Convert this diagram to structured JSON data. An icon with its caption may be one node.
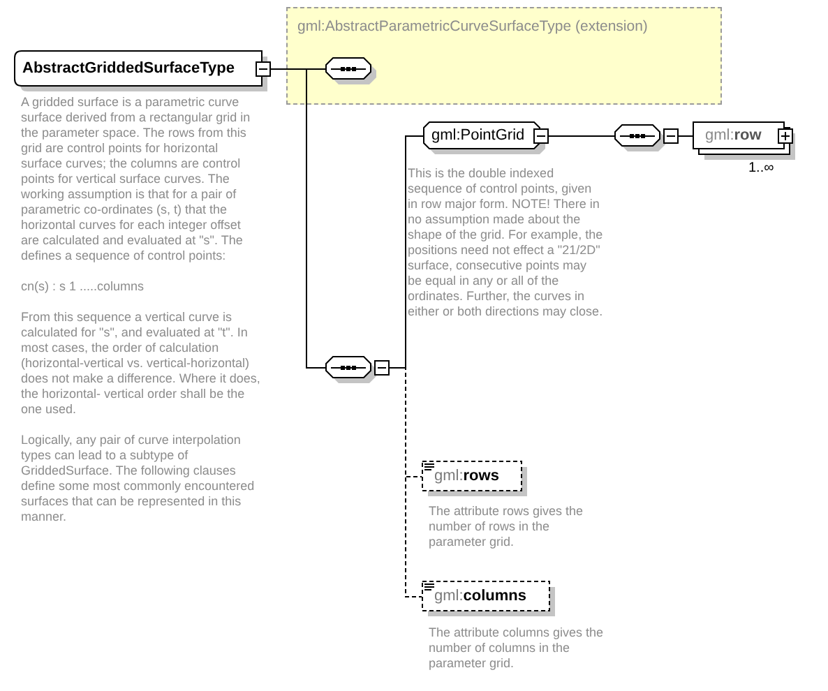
{
  "diagram": {
    "nodes": [
      {
        "text": [
          "AbstractGriddedSurfaceType"
        ],
        "beside": [
          "A gridded surface is a parametric curve surface derived from a rectangular grid in the parameter space. The rows from this grid are control points for horizontal surface curves; the columns are control points for vertical surface curves. The working assumption is that for a pair of parametric co-ordinates (s, t) that the horizontal curves for each integer offset are calculated and evaluated at \"s\". The defines a sequence of control points:",
          "cn(s) : s 1 .....columns",
          "From this sequence a vertical curve is calculated for \"s\", and evaluated at \"t\". In most cases, the order of calculation (horizontal-vertical vs. vertical-horizontal) does not make a difference. Where it does, the horizontal- vertical order shall be the one used.",
          "Logically, any pair of curve interpolation types can lead to a subtype of GriddedSurface. The following clauses define some most commonly encountered surfaces that can be represented in this manner."
        ]
      },
      {
        "text": [
          "gml:AbstractParametricCurveSurfaceType (extension)"
        ]
      },
      {
        "text": [],
        "shape": "octagon",
        "in": 1
      },
      {
        "text": [],
        "shape": "octagon"
      },
      {
        "text": [
          "gml:PointGrid"
        ],
        "beside": [
          "This is the double indexed sequence of control points, given in row major form. NOTE! There in no assumption made about the shape of the grid. For example, the positions need not effect a \"21/2D\" surface, consecutive points may be equal in any or all of the ordinates. Further, the curves in either or both directions may close."
        ]
      },
      {
        "text": [],
        "shape": "octagon"
      },
      {
        "text": [
          "gml:**row**"
        ],
        "beside": [
          "1..∞"
        ]
      },
      {
        "text": [
          "gml:**rows**"
        ],
        "beside": [
          "The attribute rows gives the number of rows in the parameter grid."
        ]
      },
      {
        "text": [
          "gml:**columns**"
        ],
        "beside": [
          "The attribute columns gives the number of columns in the parameter grid."
        ]
      }
    ],
    "edges": [
      {
        "from": 0,
        "to": 2,
        "arrow": "none"
      },
      {
        "from": 0,
        "to": 3,
        "arrow": "none"
      },
      {
        "from": 3,
        "to": 4,
        "arrow": "none"
      },
      {
        "from": 3,
        "to": 7,
        "arrow": "none",
        "style": "dashed"
      },
      {
        "from": 3,
        "to": 8,
        "arrow": "none",
        "style": "dashed"
      },
      {
        "from": 4,
        "to": 5,
        "arrow": "none"
      },
      {
        "from": 5,
        "to": 6,
        "arrow": "none"
      }
    ]
  }
}
